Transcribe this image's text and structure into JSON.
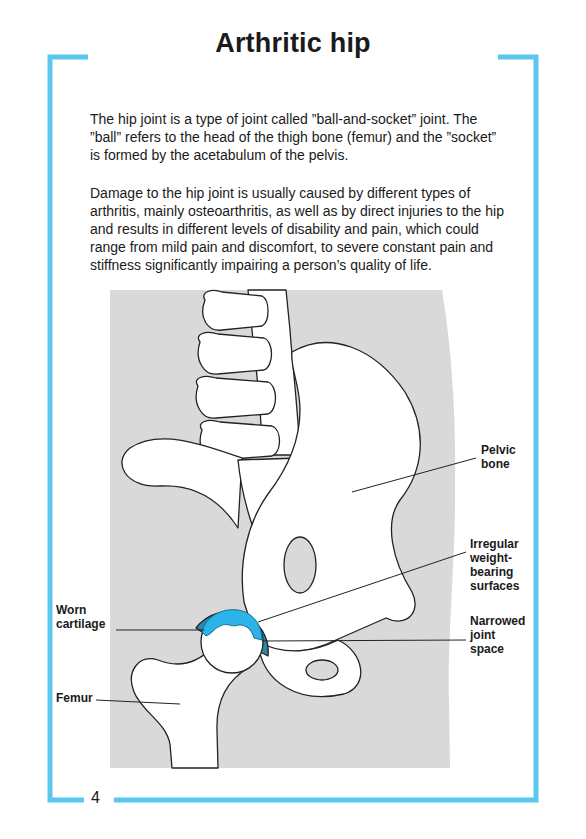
{
  "diagram": {
    "title": "Arthritic hip",
    "labels": [
      "The hip joint is a type of joint called ”ball-and-socket” joint. The ”ball” refers to the head of the thigh bone (femur) and the ”socket” is formed by the acetabulum of the pelvis.",
      "Damage to the hip joint is usually caused by different types of arthritis, mainly osteoarthritis, as well as by direct injuries to the hip and results in different levels of disability and pain, which could range from mild pain and discomfort, to severe constant pain and stiffness significantly impairing a person’s quality of life.",
      "Pelvic bone",
      "Irregular weight-bearing surfaces",
      "Narrowed joint space",
      "Worn cartilage",
      "Femur",
      "4"
    ]
  }
}
